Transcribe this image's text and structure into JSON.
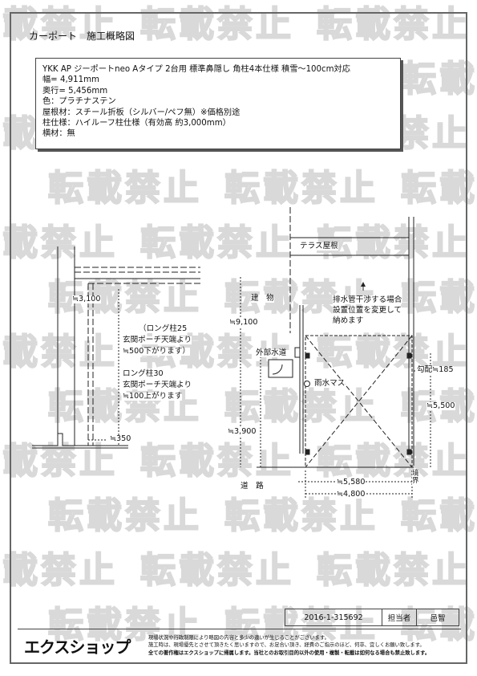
{
  "watermark": {
    "text": "転載禁止",
    "color": "#d9d9d9"
  },
  "page": {
    "title": "カーポート　施工概略図"
  },
  "spec": {
    "lines": [
      "YKK AP ジーポートneo Aタイプ 2台用 標準鼻隠し 角柱4本仕様 積雪～100cm対応",
      "幅= 4,911mm",
      "奥行= 5,456mm",
      "色：プラチナステン",
      "屋根材：スチール折板（シルバー/ペフ無）※価格別途",
      "柱仕様：ハイルーフ柱仕様（有効高 約3,000mm）",
      "横材：無"
    ]
  },
  "drawing": {
    "side": {
      "dim_height": "≒3,100",
      "dim_bottom": "≒350",
      "note_long25": [
        "（ロング柱25",
        "玄関ポーチ天端より",
        "≒500下がります）"
      ],
      "note_long30": [
        "ロング柱30",
        "玄関ポーチ天端より",
        "≒100上がります"
      ]
    },
    "plan": {
      "terrace_roof": "テラス屋根",
      "building": "建　物",
      "drain_arrow": "↑",
      "drain_note": [
        "排水管干渉する場合",
        "設置位置を変更して",
        "納めます"
      ],
      "faucet": "外部水道",
      "rain_basin": "雨水マス",
      "road": "道　路",
      "boundary": "境界",
      "slope": "勾配≒185",
      "dim_9100": "≒9,100",
      "dim_3900": "≒3,900",
      "dim_5500": "≒5,500",
      "dim_5580": "≒5,580",
      "dim_4800": "≒4,800"
    }
  },
  "footer": {
    "doc_no": "2016-1-315692",
    "staff_label": "担当者",
    "staff_name": "邑智",
    "logo": "エクスショップ",
    "notes": [
      "現場状況や行政制限により略図の内容と多少の違いが生じることがございます。",
      "施工時は、現場優先とさせて頂きたく思いますので、お足合い頂き、経費のご指示のほど、何卒、宜しくお願い致します。",
      "全ての著作権はエクスショップに帰属します。当社とのお取引目的以外の使用・複製・転載は如何なる場合も禁止致します。"
    ]
  }
}
